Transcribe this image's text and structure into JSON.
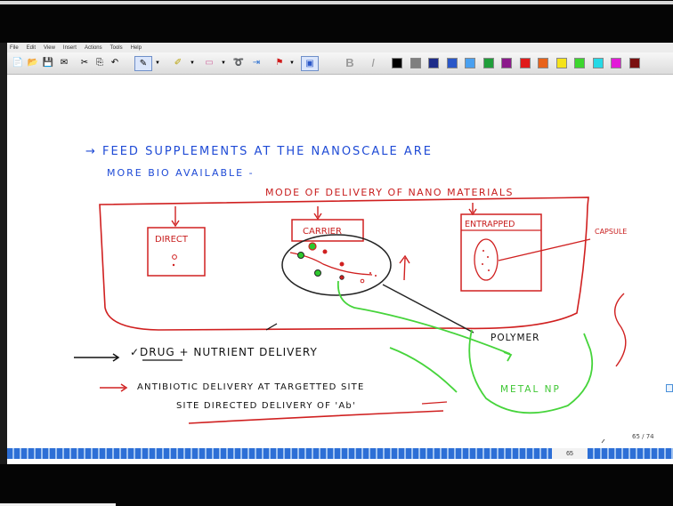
{
  "menu": [
    "File",
    "Edit",
    "View",
    "Insert",
    "Actions",
    "Tools",
    "Help"
  ],
  "toolbar": {
    "bold_label": "B",
    "italic_label": "I",
    "colors": [
      "#000000",
      "#7f7f7f",
      "#1f2d8a",
      "#2a57c8",
      "#49a0f0",
      "#1f9e3a",
      "#8b1a8b",
      "#e01b1b",
      "#e8621a",
      "#f5e31a",
      "#3cd62e",
      "#25d9e6",
      "#e21ad8",
      "#7a1010"
    ]
  },
  "notes": {
    "line1": "→ FEED   SUPPLEMENTS  AT   THE   NANOSCALE   ARE",
    "line2": "MORE   BIO  AVAILABLE -",
    "mode_heading": "MODE  OF  DELIVERY  OF  NANO MATERIALS",
    "box_direct": "DIRECT",
    "box_carrier": "CARRIER",
    "box_entrapped": "ENTRAPPED",
    "capsule": "CAPSULE",
    "polymer": "POLYMER",
    "metal_np": "METAL  NP",
    "drug_line": "✓DRUG  +  NUTRIENT   DELIVERY",
    "antibiotic_line": "ANTIBIOTIC   DELIVERY   AT    TARGETTED SITE",
    "site_line": "SITE  DIRECTED   DELIVERY   OF  'Ab'"
  },
  "status": {
    "page_counter": "65 / 74",
    "page_number": "65"
  }
}
